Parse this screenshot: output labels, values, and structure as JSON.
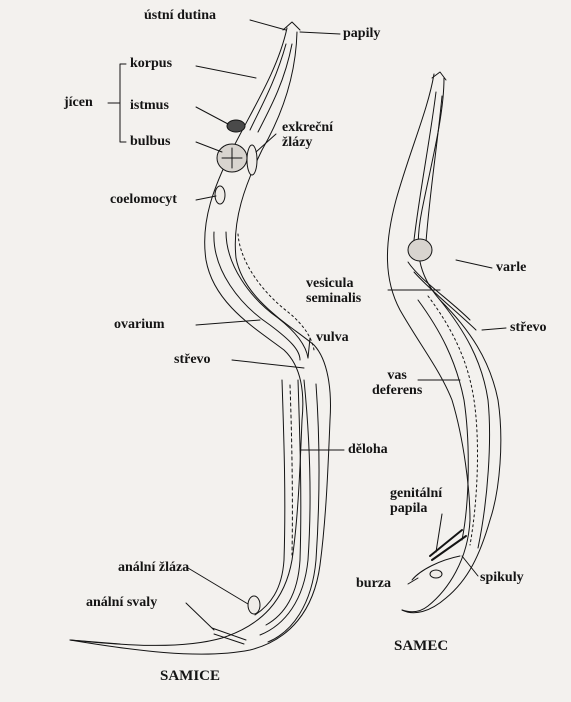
{
  "labels": {
    "ustni_dutina": "ústní dutina",
    "papily": "papily",
    "korpus": "korpus",
    "jicen": "jícen",
    "istmus": "istmus",
    "bulbus": "bulbus",
    "exkrecni_zlazy_1": "exkreční",
    "exkrecni_zlazy_2": "žlázy",
    "coelomocyt": "coelomocyt",
    "ovarium": "ovarium",
    "vulva": "vulva",
    "strevo_f": "střevo",
    "deloha": "děloha",
    "analni_zlaza": "anální žláza",
    "analni_svaly": "anální svaly",
    "samice": "SAMICE",
    "varle": "varle",
    "vesicula_1": "vesicula",
    "vesicula_2": "seminalis",
    "strevo_m": "střevo",
    "vas_1": "vas",
    "vas_2": "deferens",
    "genitalni_1": "genitální",
    "genitalni_2": "papila",
    "burza": "burza",
    "spikuly": "spikuly",
    "samec": "SAMEC"
  },
  "colors": {
    "ink": "#141414",
    "paper": "#f3f1ee",
    "fill": "#d8d4cf"
  }
}
